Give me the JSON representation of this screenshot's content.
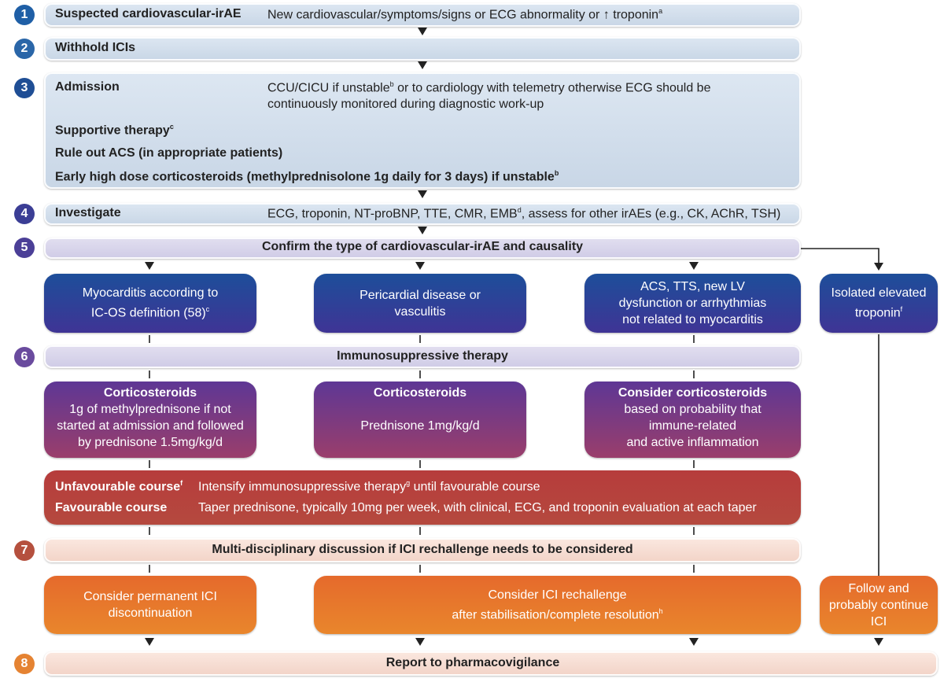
{
  "colors": {
    "step1": "#1f5fa6",
    "step2": "#2a66a8",
    "step3": "#1f4e95",
    "step4": "#3b3e95",
    "step5": "#4b3f97",
    "step6": "#6a4b9e",
    "step7": "#b5503e",
    "step8": "#e58332"
  },
  "steps": {
    "s1": {
      "num": "1",
      "title": "Suspected cardiovascular-irAE",
      "desc": "New cardiovascular/symptoms/signs or ECG abnormality or",
      "arrow": "↑",
      "desc2": " troponin",
      "sup": "a"
    },
    "s2": {
      "num": "2",
      "title": "Withhold ICIs"
    },
    "s3": {
      "num": "3",
      "admission": "Admission",
      "admission_desc1": "CCU/CICU if unstable",
      "admission_sup": "b",
      "admission_desc2": " or to cardiology with telemetry otherwise ECG should be",
      "admission_desc3": "continuously monitored during diagnostic work-up",
      "supportive": "Supportive therapy",
      "supportive_sup": "c",
      "ruleout": "Rule out ACS (in appropriate patients)",
      "steroids": "Early high dose corticosteroids (methylprednisolone 1g daily for 3 days) if unstable",
      "steroids_sup": "b"
    },
    "s4": {
      "num": "4",
      "title": "Investigate",
      "desc1": "ECG, troponin, NT-proBNP, TTE, CMR, EMB",
      "sup": "d",
      "desc2": ", assess for other irAEs (e.g., CK, AChR, TSH)"
    },
    "s5": {
      "num": "5",
      "title": "Confirm the type of cardiovascular-irAE and causality"
    },
    "s6": {
      "num": "6",
      "title": "Immunosuppressive therapy"
    },
    "s7": {
      "num": "7",
      "title": "Multi-disciplinary discussion if ICI rechallenge needs to be considered"
    },
    "s8": {
      "num": "8",
      "title": "Report to pharmacovigilance"
    }
  },
  "types": {
    "myocarditis": {
      "line1": "Myocarditis according to",
      "line2": "IC-OS definition (58)",
      "sup": "c"
    },
    "pericardial": {
      "line1": "Pericardial disease or",
      "line2": "vasculitis"
    },
    "acs": {
      "line1": "ACS, TTS, new LV",
      "line2": "dysfunction or arrhythmias",
      "line3": "not related to myocarditis"
    },
    "troponin": {
      "line1": "Isolated elevated",
      "line2": "troponin",
      "sup": "f"
    }
  },
  "therapy": {
    "col1": {
      "title": "Corticosteroids",
      "l1": "1g of methylprednisone if not",
      "l2": "started at admission and followed",
      "l3": "by prednisone 1.5mg/kg/d"
    },
    "col2": {
      "title": "Corticosteroids",
      "l1": "Prednisone 1mg/kg/d"
    },
    "col3": {
      "title": "Consider corticosteroids",
      "l1": "based on probability that",
      "l2": "immune-related",
      "l3": "and active inflammation"
    }
  },
  "course": {
    "unfav_label": "Unfavourable course",
    "unfav_sup": "f",
    "unfav_desc1": "Intensify immunosuppressive therapy",
    "unfav_desc_sup": "g",
    "unfav_desc2": " until favourable course",
    "fav_label": "Favourable course",
    "fav_desc": "Taper prednisone, typically 10mg per week, with clinical, ECG, and troponin evaluation at each taper"
  },
  "outcomes": {
    "discontinue": {
      "l1": "Consider permanent ICI",
      "l2": "discontinuation"
    },
    "rechallenge": {
      "l1": "Consider ICI rechallenge",
      "l2": "after stabilisation/complete resolution",
      "sup": "h"
    },
    "follow": {
      "l1": "Follow and",
      "l2": "probably continue",
      "l3": "ICI"
    }
  }
}
